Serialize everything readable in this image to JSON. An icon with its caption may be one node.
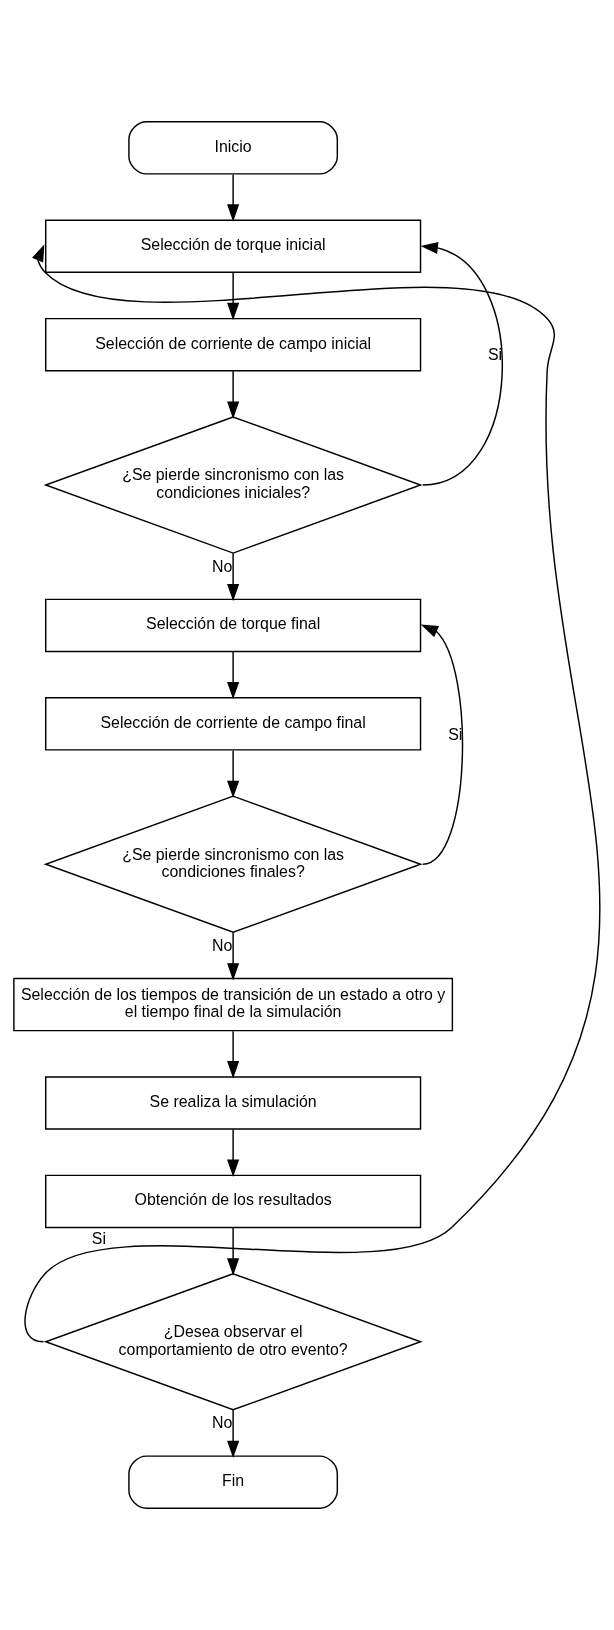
{
  "diagram": {
    "nodes": [
      {
        "text": [
          "Inicio"
        ]
      },
      {
        "text": [
          "Selección de torque inicial"
        ]
      },
      {
        "text": [
          "Selección de corriente de campo inicial"
        ]
      },
      {
        "text": [
          "¿Se pierde sincronismo con las condiciones iniciales?"
        ]
      },
      {
        "text": [
          "Selección de torque final"
        ]
      },
      {
        "text": [
          "Selección de corriente de campo final"
        ]
      },
      {
        "text": [
          "¿Se pierde sincronismo con las condiciones finales?"
        ]
      },
      {
        "text": [
          "Selección de los tiempos de transición de un estado a otro y el tiempo final de la simulación"
        ]
      },
      {
        "text": [
          "Se realiza la simulación"
        ]
      },
      {
        "text": [
          "Obtención de los resultados"
        ]
      },
      {
        "text": [
          "¿Desea observar el comportamiento de otro evento?"
        ]
      },
      {
        "text": [
          "Fin"
        ]
      }
    ],
    "edges": [
      {
        "from": 0,
        "to": 1,
        "arrow": "to"
      },
      {
        "from": 1,
        "to": 2,
        "arrow": "to"
      },
      {
        "from": 2,
        "to": 3,
        "arrow": "to"
      },
      {
        "from": 3,
        "to": 1,
        "arrow": "to",
        "label": "Si"
      },
      {
        "from": 3,
        "to": 4,
        "arrow": "to",
        "label": "No"
      },
      {
        "from": 4,
        "to": 5,
        "arrow": "to"
      },
      {
        "from": 5,
        "to": 6,
        "arrow": "to"
      },
      {
        "from": 6,
        "to": 4,
        "arrow": "to",
        "label": "Si"
      },
      {
        "from": 6,
        "to": 7,
        "arrow": "to",
        "label": "No"
      },
      {
        "from": 7,
        "to": 8,
        "arrow": "to"
      },
      {
        "from": 8,
        "to": 9,
        "arrow": "to"
      },
      {
        "from": 9,
        "to": 10,
        "arrow": "to"
      },
      {
        "from": 10,
        "to": 1,
        "arrow": "to",
        "label": "Si"
      },
      {
        "from": 10,
        "to": 11,
        "arrow": "to",
        "label": "No"
      }
    ]
  }
}
